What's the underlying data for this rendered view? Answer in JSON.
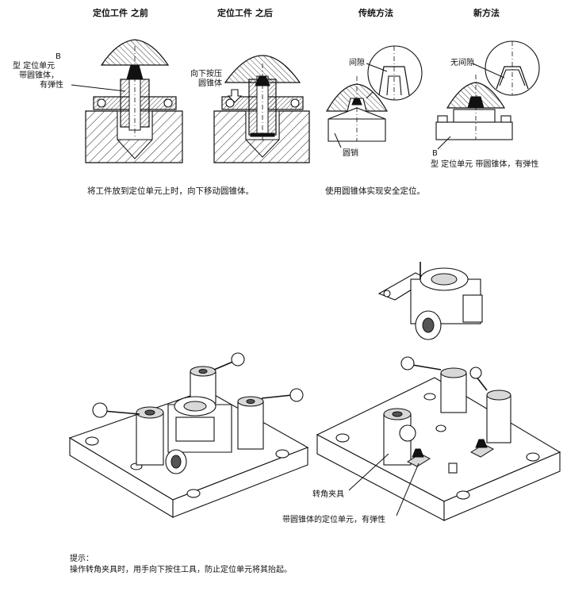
{
  "headers": {
    "before": "定位工件 之前",
    "after": "定位工件 之后",
    "traditional": "传统方法",
    "new_method": "新方法"
  },
  "labels": {
    "b_type_marker": "B",
    "b_type_line1": "型 定位单元",
    "b_type_line2": "带圆锥体，",
    "b_type_line3": "有弹性",
    "press_down_line1": "向下按压",
    "press_down_line2": "圆锥体",
    "gap": "间隙",
    "no_gap": "无间隙",
    "round_pin": "圆销",
    "b_new_marker": "B",
    "b_new_desc": "型 定位单元 带圆锥体，有弹性"
  },
  "captions": {
    "left": "将工件放到定位单元上时，向下移动圆锥体。",
    "right": "使用圆锥体实现安全定位。"
  },
  "callouts": {
    "swing_clamp": "转角夹具",
    "locating_unit": "带圆锥体的定位单元，有弹性"
  },
  "note": {
    "title": "提示：",
    "body": "操作转角夹具时，用手向下按住工具，防止定位单元将其抬起。"
  }
}
